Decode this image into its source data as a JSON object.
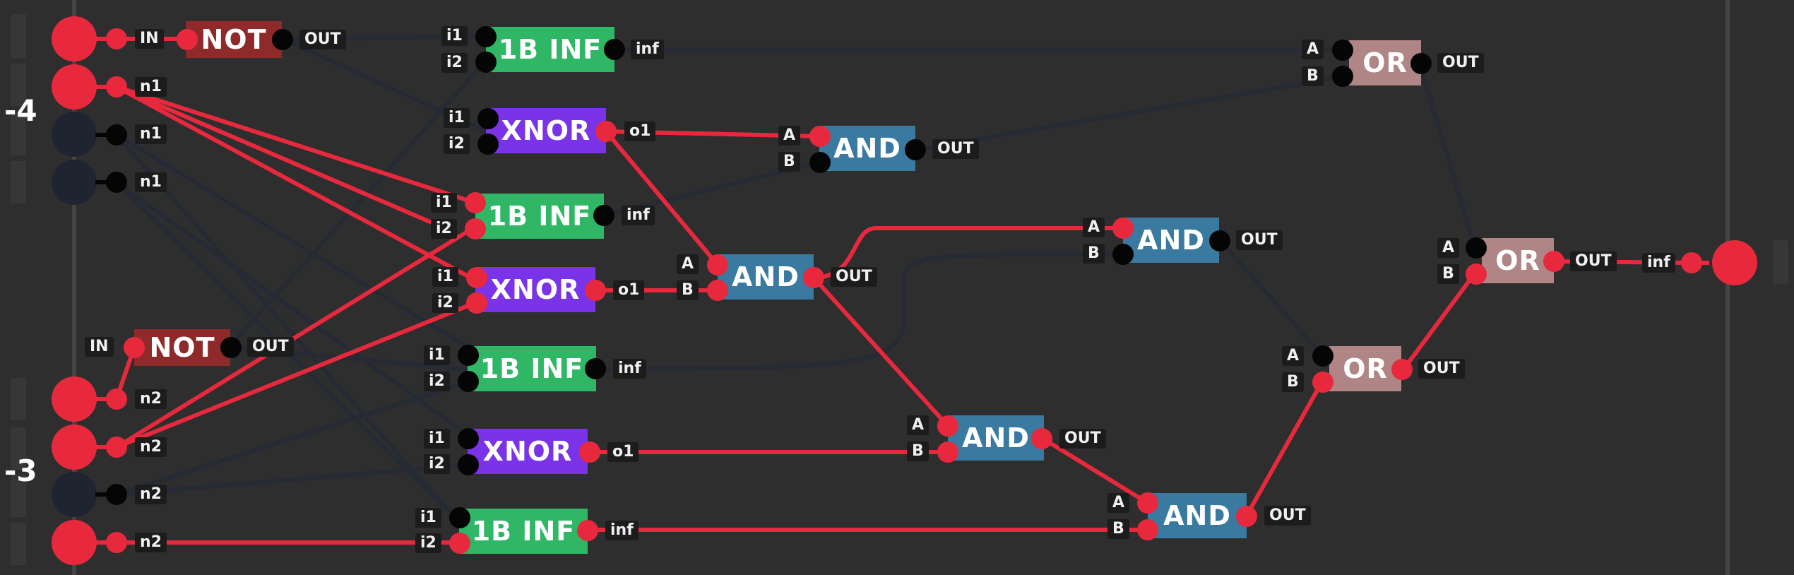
{
  "side_numbers": [
    "-4",
    "-3"
  ],
  "colors": {
    "wire_on": "#e8293d",
    "wire_off": "#252a35",
    "not": "#8e2a2a",
    "inf": "#2fb765",
    "xnor": "#7a33e6",
    "and": "#3a7aa0",
    "or": "#b08585",
    "background": "#2e2e2e"
  },
  "inputs": [
    {
      "label": "IN",
      "state": "on"
    },
    {
      "label": "n1",
      "state": "on"
    },
    {
      "label": "n1",
      "state": "off"
    },
    {
      "label": "n1",
      "state": "off"
    },
    {
      "label": "n2",
      "state": "on"
    },
    {
      "label": "n2",
      "state": "on"
    },
    {
      "label": "n2",
      "state": "off"
    },
    {
      "label": "n2",
      "state": "on"
    }
  ],
  "gates": {
    "not1": {
      "title": "NOT",
      "in_label": "IN",
      "out_label": "OUT"
    },
    "not2": {
      "title": "NOT",
      "in_label": "IN",
      "out_label": "OUT"
    },
    "inf1": {
      "title": "1B INF",
      "in1": "i1",
      "in2": "i2",
      "out": "inf"
    },
    "inf2": {
      "title": "1B INF",
      "in1": "i1",
      "in2": "i2",
      "out": "inf"
    },
    "inf3": {
      "title": "1B INF",
      "in1": "i1",
      "in2": "i2",
      "out": "inf"
    },
    "inf4": {
      "title": "1B INF",
      "in1": "i1",
      "in2": "i2",
      "out": "inf"
    },
    "xnor1": {
      "title": "XNOR",
      "in1": "i1",
      "in2": "i2",
      "out": "o1"
    },
    "xnor2": {
      "title": "XNOR",
      "in1": "i1",
      "in2": "i2",
      "out": "o1"
    },
    "xnor3": {
      "title": "XNOR",
      "in1": "i1",
      "in2": "i2",
      "out": "o1"
    },
    "and1": {
      "title": "AND",
      "a": "A",
      "b": "B",
      "out": "OUT"
    },
    "and2": {
      "title": "AND",
      "a": "A",
      "b": "B",
      "out": "OUT"
    },
    "and3": {
      "title": "AND",
      "a": "A",
      "b": "B",
      "out": "OUT"
    },
    "and4": {
      "title": "AND",
      "a": "A",
      "b": "B",
      "out": "OUT"
    },
    "and5": {
      "title": "AND",
      "a": "A",
      "b": "B",
      "out": "OUT"
    },
    "or1": {
      "title": "OR",
      "a": "A",
      "b": "B",
      "out": "OUT"
    },
    "or2": {
      "title": "OR",
      "a": "A",
      "b": "B",
      "out": "OUT"
    },
    "or3": {
      "title": "OR",
      "a": "A",
      "b": "B",
      "out": "OUT"
    }
  },
  "output": {
    "label": "inf",
    "state": "on"
  }
}
